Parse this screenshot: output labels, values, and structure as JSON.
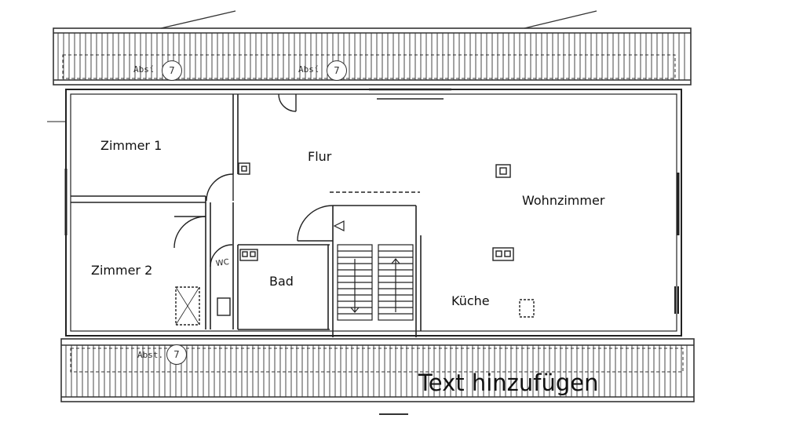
{
  "rooms": {
    "zimmer1": "Zimmer 1",
    "zimmer2": "Zimmer 2",
    "flur": "Flur",
    "wohnzimmer": "Wohnzimmer",
    "bad": "Bad",
    "kueche": "Küche",
    "wc": "WC"
  },
  "setbacks": {
    "top_left": {
      "label": "Absί",
      "value": "7"
    },
    "top_mid": {
      "label": "Absί",
      "value": "7"
    },
    "bottom_left": {
      "label": "Abst.",
      "value": "7"
    }
  },
  "editor": {
    "add_text_placeholder": "Text hinzufügen"
  }
}
